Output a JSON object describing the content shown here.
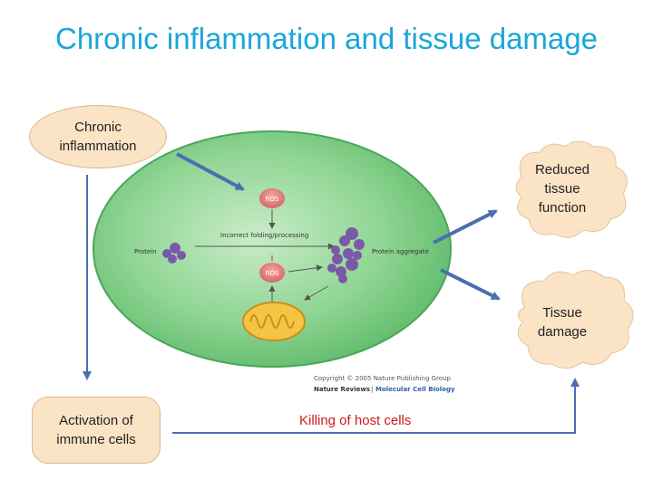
{
  "title": "Chronic inflammation and tissue damage",
  "chronic_inflammation": "Chronic inflammation",
  "reduced_tissue_function": "Reduced tissue function",
  "tissue_damage": "Tissue damage",
  "activation": "Activation of immune cells",
  "killing": "Killing of host cells",
  "figure": {
    "ros_top": "ROS",
    "ros_bottom": "ROS",
    "incorrect_folding": "Incorrect folding/processing",
    "protein": "Protein",
    "protein_aggregate": "Protein aggregate",
    "copyright": "Copyright © 2005 Nature Publishing Group",
    "journal_left": "Nature Reviews",
    "journal_right": "Molecular Cell Biology"
  },
  "colors": {
    "title": "#1aa6d9",
    "bubble_fill": "#fbe3c6",
    "arrow": "#4a6fb0",
    "cell_fill": "#7fcf8a",
    "killing_text": "#d01a1a"
  }
}
